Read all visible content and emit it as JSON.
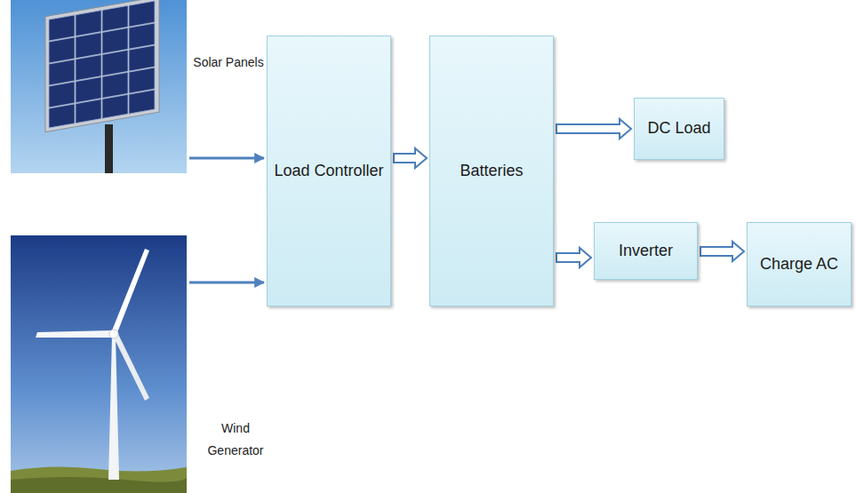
{
  "diagram": {
    "nodes": [
      {
        "text": [
          "Solar Panels"
        ]
      },
      {
        "text": [
          "Wind Generator"
        ]
      },
      {
        "text": [
          "Load Controller"
        ]
      },
      {
        "text": [
          "Batteries"
        ]
      },
      {
        "text": [
          "DC Load"
        ]
      },
      {
        "text": [
          "Inverter"
        ]
      },
      {
        "text": [
          "Charge AC"
        ]
      }
    ],
    "edges": [
      {
        "from": 0,
        "to": 2,
        "arrow": "to"
      },
      {
        "from": 1,
        "to": 2,
        "arrow": "to"
      },
      {
        "from": 2,
        "to": 3,
        "arrow": "to"
      },
      {
        "from": 3,
        "to": 4,
        "arrow": "to"
      },
      {
        "from": 3,
        "to": 5,
        "arrow": "to"
      },
      {
        "from": 5,
        "to": 6,
        "arrow": "to"
      }
    ]
  }
}
